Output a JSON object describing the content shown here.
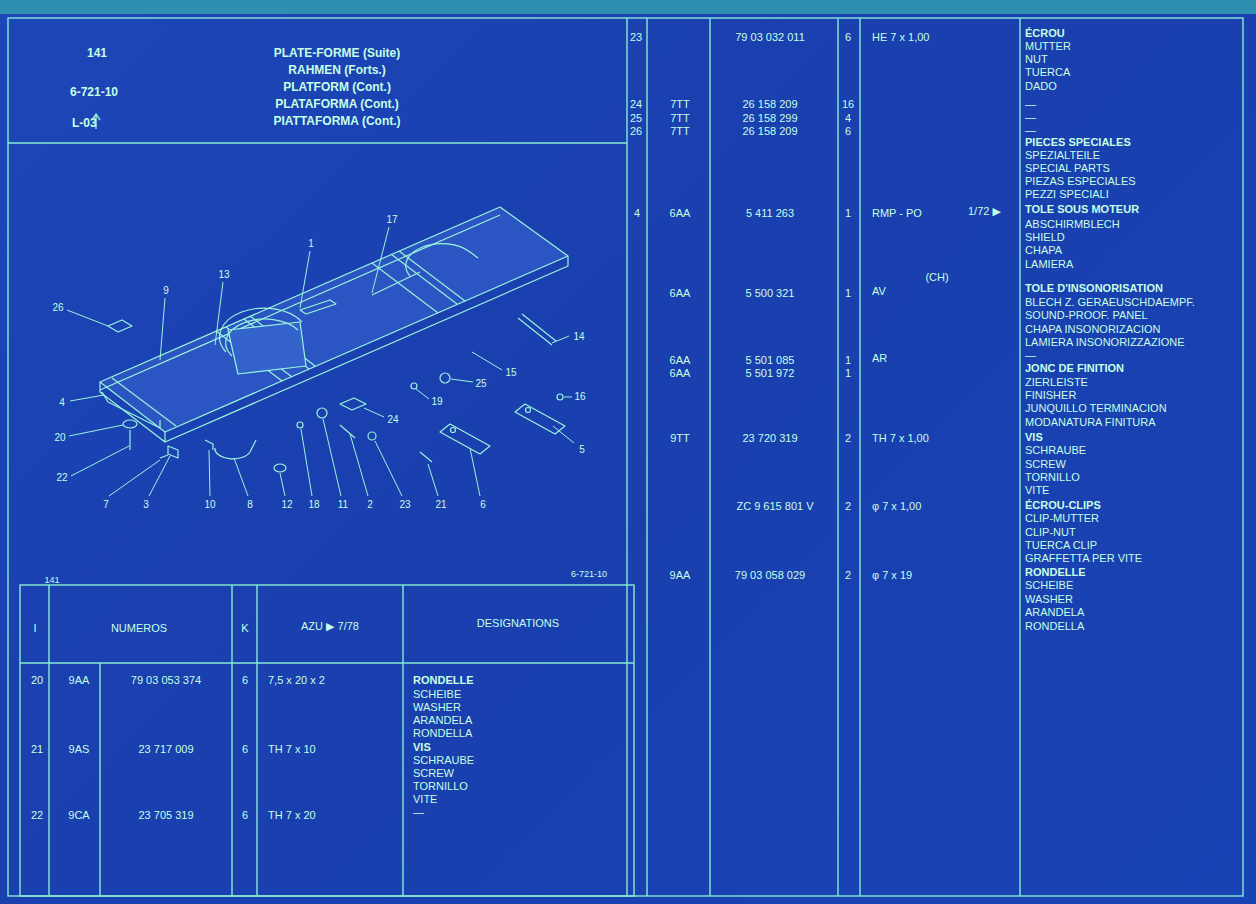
{
  "diagram": {
    "title": "PLATE-FORME (Suite)",
    "labels": [
      "141",
      "6-721-10",
      "L-03",
      "RAHMEN (Forts.)",
      "PLATFORM (Cont.)",
      "PLATAFORMA (Cont.)",
      "PIATTAFORMA (Cont.)",
      "1",
      "17",
      "13",
      "9",
      "26",
      "14",
      "15",
      "25",
      "19",
      "16",
      "24",
      "4",
      "20",
      "22",
      "7",
      "3",
      "10",
      "8",
      "12",
      "18",
      "11",
      "2",
      "23",
      "21",
      "6",
      "5",
      "141",
      "6-721-10",
      "I",
      "NUMEROS",
      "K",
      "AZU ▶ 7/78",
      "DESIGNATIONS",
      "20",
      "9AA",
      "79 03 053 374",
      "6",
      "7,5 x 20 x 2",
      "RONDELLE",
      "SCHEIBE",
      "WASHER",
      "ARANDELA",
      "RONDELLA",
      "21",
      "9AS",
      "23 717 009",
      "6",
      "TH 7 x 10",
      "VIS",
      "SCHRAUBE",
      "SCREW",
      "TORNILLO",
      "VITE",
      "22",
      "9CA",
      "23 705 319",
      "6",
      "TH 7 x 20",
      "—",
      "23",
      "79 03 032 011",
      "6",
      "HE 7 x 1,00",
      "ÉCROU",
      "MUTTER",
      "NUT",
      "TUERCA",
      "DADO",
      "24",
      "7TT",
      "26 158 209",
      "16",
      "—",
      "25",
      "7TT",
      "26 158 299",
      "4",
      "—",
      "26",
      "7TT",
      "26 158 209",
      "6",
      "—",
      "PIECES SPECIALES",
      "SPEZIALTEILE",
      "SPECIAL PARTS",
      "PIEZAS ESPECIALES",
      "PEZZI SPECIALI",
      "4",
      "6AA",
      "5 411 263",
      "1",
      "RMP - PO",
      "1/72 ▶",
      "TOLE SOUS MOTEUR",
      "ABSCHIRMBLECH",
      "SHIELD",
      "CHAPA",
      "LAMIERA",
      "6AA",
      "5 500 321",
      "1",
      "AV",
      "(CH)",
      "TOLE D'INSONORISATION",
      "BLECH Z. GERAEUSCHDAEMPF.",
      "SOUND-PROOF. PANEL",
      "CHAPA INSONORIZACION",
      "LAMIERA INSONORIZZAZIONE",
      "—",
      "6AA",
      "5 501 085",
      "1",
      "AR",
      "6AA",
      "5 501 972",
      "1",
      "JONC DE FINITION",
      "ZIERLEISTE",
      "FINISHER",
      "JUNQUILLO TERMINACION",
      "MODANATURA FINITURA",
      "9TT",
      "23 720 319",
      "2",
      "TH 7 x 1,00",
      "VIS",
      "SCHRAUBE",
      "SCREW",
      "TORNILLO",
      "VITE",
      "ZC 9 615 801 V",
      "2",
      "φ 7 x 1,00",
      "ÉCROU-CLIPS",
      "CLIP-MUTTER",
      "CLIP-NUT",
      "TUERCA CLIP",
      "GRAFFETTA PER VITE",
      "9AA",
      "79 03 058 029",
      "2",
      "φ 7 x 19",
      "RONDELLE",
      "SCHEIBE",
      "WASHER",
      "ARANDELA",
      "RONDELLA"
    ]
  }
}
